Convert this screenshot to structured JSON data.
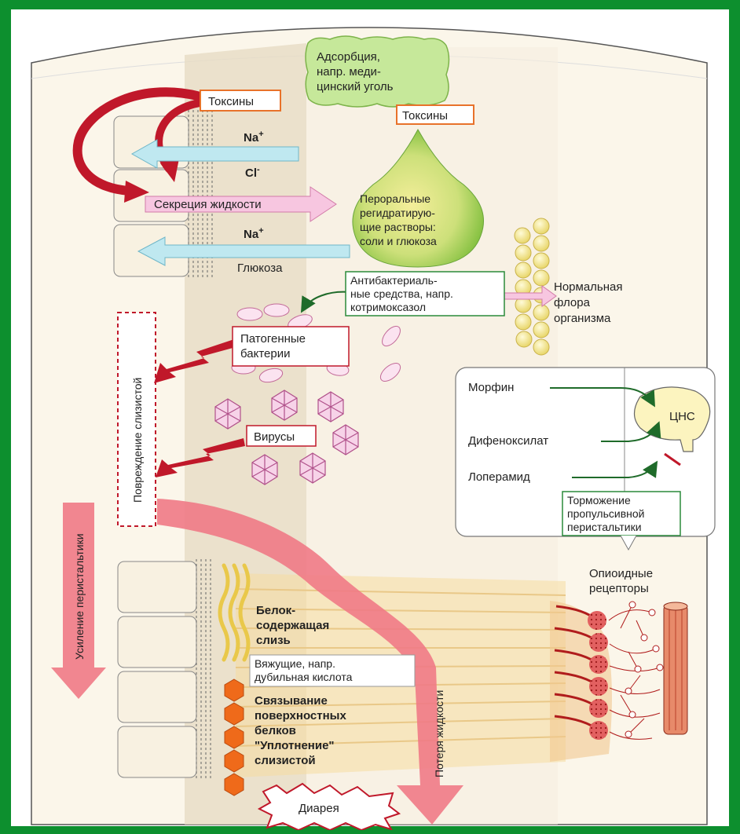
{
  "adsorption": [
    "Адсорбция,",
    "напр. меди-",
    "цинский уголь"
  ],
  "toxins_left": "Токсины",
  "toxins_right": "Токсины",
  "na_top": "Na",
  "na_sup": "+",
  "cl": "Cl",
  "cl_sup": "-",
  "secretion": "Секреция жидкости",
  "na_bottom": "Na",
  "glucose": "Глюкоза",
  "ors": [
    "Пероральные",
    "регидратирую-",
    "щие растворы:",
    "соли и глюкоза"
  ],
  "antibacterial": [
    "Антибактериаль-",
    "ные средства, напр.",
    "котримоксазол"
  ],
  "normal_flora": [
    "Нормальная",
    "флора",
    "организма"
  ],
  "pathogenic": [
    "Патогенные",
    "бактерии"
  ],
  "mucosa_damage": "Повреждение слизистой",
  "viruses": "Вирусы",
  "morphine": "Морфин",
  "diphenoxylate": "Дифеноксилат",
  "loperamide": "Лоперамид",
  "cns": "ЦНС",
  "inhibition": [
    "Торможение",
    "пропульсивной",
    "перистальтики"
  ],
  "opioid_receptors": [
    "Опиоидные",
    "рецепторы"
  ],
  "peristalsis_increase": "Усиление перистальтики",
  "protein_mucus": [
    "Белок-",
    "содержащая",
    "слизь"
  ],
  "astringents": [
    "Вяжущие, напр.",
    "дубильная кислота"
  ],
  "binding": [
    "Связывание",
    "поверхностных",
    "белков",
    "\"Уплотнение\"",
    "слизистой"
  ],
  "fluid_loss": "Потеря жидкости",
  "diarrhea": "Диарея",
  "colors": {
    "frame": "#0d8f2e",
    "arrow_red": "#c0182a",
    "pink_band": "#f07a86",
    "cyan_arrow": "#bfe8f0",
    "orange_box": "#e8722a",
    "green_box": "#2a8a3a"
  }
}
